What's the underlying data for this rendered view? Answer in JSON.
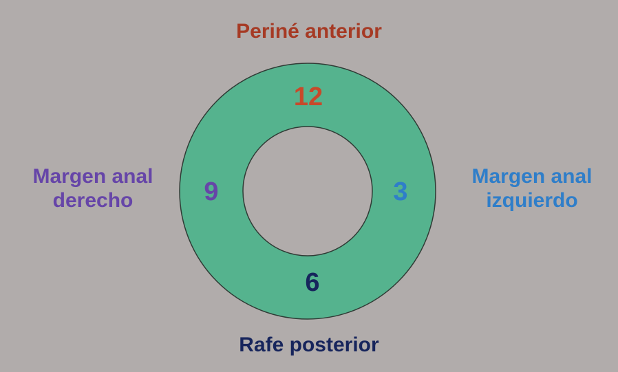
{
  "colors": {
    "background": "#b1acab",
    "ring_fill": "#55b38e",
    "ring_stroke": "#2f3b35",
    "inner_fill": "#b1acab",
    "top": "#a63a24",
    "clock_12": "#c8492a",
    "left": "#6645a8",
    "right": "#2f7ec9",
    "bottom": "#17255c"
  },
  "labels": {
    "top": "Periné anterior",
    "bottom": "Rafe posterior",
    "left": "Margen anal\nderecho",
    "right": "Margen anal\nizquierdo"
  },
  "clock": {
    "twelve": "12",
    "three": "3",
    "six": "6",
    "nine": "9"
  }
}
